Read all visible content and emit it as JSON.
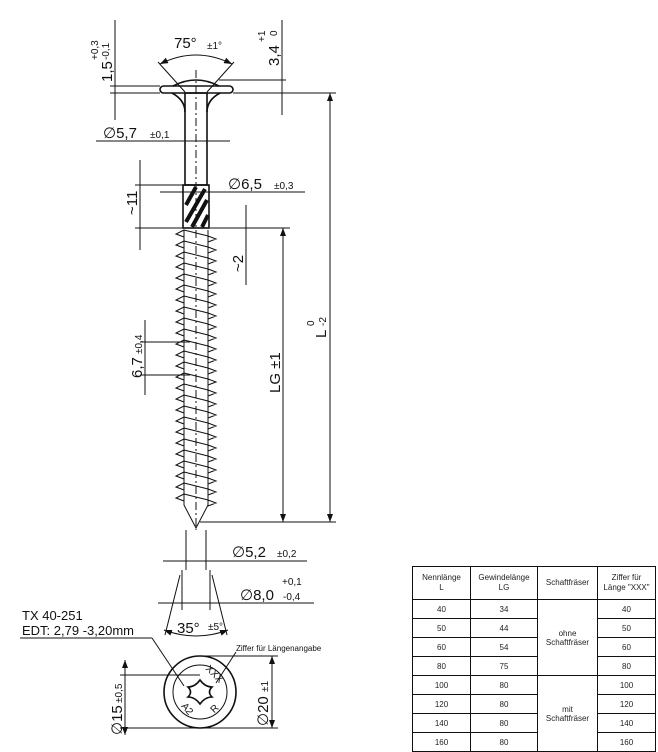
{
  "dimensions": {
    "head_angle": "75°",
    "head_angle_tol": "±1°",
    "flange_thickness": "1,5",
    "flange_thickness_tol_upper": "+0,3",
    "flange_thickness_tol_lower": "-0,1",
    "head_height": "3,4",
    "head_height_tol_upper": "+1",
    "head_height_tol_lower": "0",
    "shank_dia": "∅5,7",
    "shank_dia_tol": "±0,1",
    "cutter_dia": "∅6,5",
    "cutter_dia_tol": "±0,3",
    "cutter_length": "~11",
    "gap": "~2",
    "pitch": "6,7",
    "pitch_tol": "±0,4",
    "thread_length": "LG ±1",
    "length": "L",
    "length_tol_upper": "0",
    "length_tol_lower": "-2",
    "core_dia": "∅5,2",
    "core_dia_tol": "±0,2",
    "thread_dia": "∅8,0",
    "thread_dia_tol_upper": "+0,1",
    "thread_dia_tol_lower": "-0,4",
    "tip_angle": "35°",
    "tip_angle_tol": "±5°",
    "inner_dia": "∅15",
    "inner_dia_tol": "±0,5",
    "head_dia": "∅20",
    "head_dia_tol": "±1"
  },
  "drive": {
    "line1": "TX 40-251",
    "line2": "EDT: 2,79 -3,20mm"
  },
  "head_marking": {
    "label": "Ziffer für Längenangabe",
    "text_xxx": "XXX",
    "text_a2": "A2",
    "text_r": "R"
  },
  "table": {
    "headers": [
      [
        "Nennlänge",
        "L"
      ],
      [
        "Gewindelänge",
        "LG"
      ],
      [
        "Schaftfräser",
        ""
      ],
      [
        "Ziffer für",
        "Länge \"XXX\""
      ]
    ],
    "rows": [
      {
        "L": "40",
        "LG": "34",
        "XXX": "40"
      },
      {
        "L": "50",
        "LG": "44",
        "XXX": "50"
      },
      {
        "L": "60",
        "LG": "54",
        "XXX": "60"
      },
      {
        "L": "80",
        "LG": "75",
        "XXX": "80"
      },
      {
        "L": "100",
        "LG": "80",
        "XXX": "100"
      },
      {
        "L": "120",
        "LG": "80",
        "XXX": "120"
      },
      {
        "L": "140",
        "LG": "80",
        "XXX": "140"
      },
      {
        "L": "160",
        "LG": "80",
        "XXX": "160"
      }
    ],
    "group1": [
      "ohne",
      "Schaftfräser"
    ],
    "group2": [
      "mit",
      "Schaftfräser"
    ]
  }
}
